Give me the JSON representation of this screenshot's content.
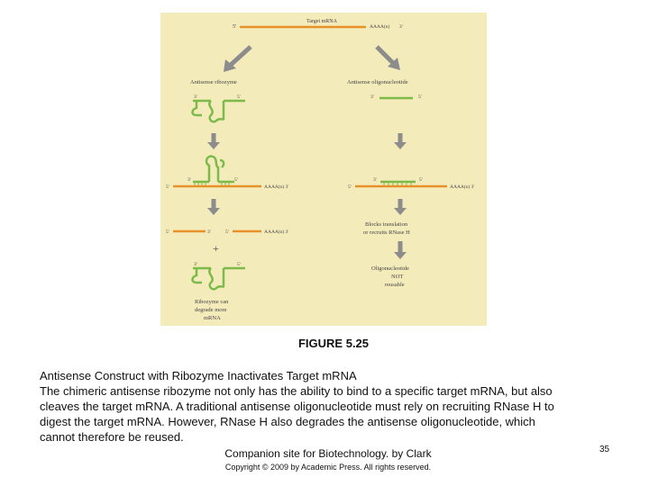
{
  "figure": {
    "top_label": "Target mRNA",
    "left_heading": "Antisense ribozyme",
    "right_heading": "Antisense oligonucleotide",
    "five_prime": "5'",
    "three_prime": "3'",
    "polyA": "AAAA(n)",
    "polyA_3": "AAAA(n) 3'",
    "blocks_line1": "Blocks translation",
    "blocks_line2": "or recruits RNase H",
    "oligo_line1": "Oligonucleotide",
    "oligo_line2": "NOT",
    "oligo_line3": "reusable",
    "ribozyme_line1": "Ribozyme can",
    "ribozyme_line2": "degrade more",
    "ribozyme_line3": "mRNA",
    "plus": "+"
  },
  "caption": {
    "figure_label": "FIGURE 5.25",
    "line1": "Antisense Construct with Ribozyme Inactivates Target mRNA",
    "line2": "The chimeric antisense ribozyme not only has the ability to bind to a specific target mRNA, but also",
    "line3": "cleaves the target mRNA. A traditional antisense oligonucleotide must rely on recruiting RNase H to",
    "line4": "digest the target mRNA. However, RNase H also degrades the antisense oligonucleotide, which",
    "line5": "cannot therefore be reused."
  },
  "footer": {
    "site": "Companion site for Biotechnology. by Clark",
    "copyright": "Copyright © 2009 by Academic Press. All rights reserved.",
    "page_number": "35"
  },
  "colors": {
    "mrna": "#e8902a",
    "antisense": "#7cba4a",
    "arrow": "#8c8c8c",
    "background": "#f4ebbb"
  }
}
